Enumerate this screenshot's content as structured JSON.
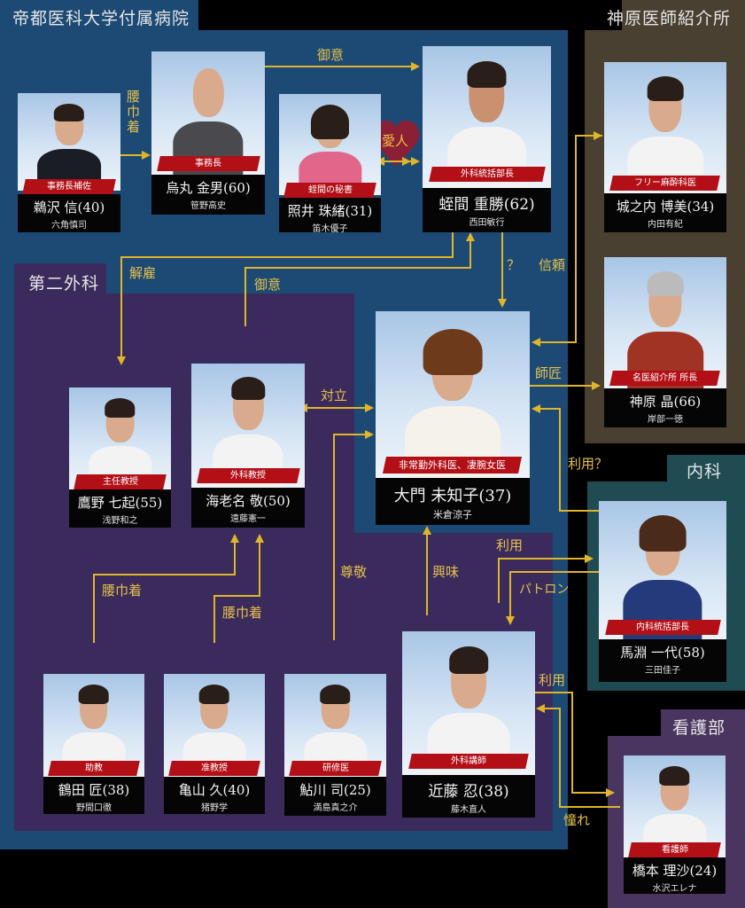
{
  "regions": {
    "hospital": {
      "title": "帝都医科大学付属病院",
      "color": "#1d4a75"
    },
    "surgery2": {
      "title": "第二外科",
      "color": "#3b2b5c"
    },
    "kanbara_agency": {
      "title": "神原医師紹介所",
      "color": "#4a4032"
    },
    "internal_medicine": {
      "title": "内科",
      "color": "#1f4b52"
    },
    "nursing": {
      "title": "看護部",
      "color": "#4a3560"
    }
  },
  "people": {
    "uzawa": {
      "role": "事務長補佐",
      "name": "鵜沢 信(40)",
      "actor": "六角慎司"
    },
    "karasuma": {
      "role": "事務長",
      "name": "烏丸 金男(60)",
      "actor": "笹野高史"
    },
    "terui": {
      "role": "蛭間の秘書",
      "name": "照井 珠緒(31)",
      "actor": "笛木優子"
    },
    "hiruma": {
      "role": "外科統括部長",
      "name": "蛭間 重勝(62)",
      "actor": "西田敏行"
    },
    "jonouchi": {
      "role": "フリー麻酔科医",
      "name": "城之内 博美(34)",
      "actor": "内田有紀"
    },
    "kanbara": {
      "role": "名医紹介所 所長",
      "name": "神原 晶(66)",
      "actor": "岸部一徳"
    },
    "takano": {
      "role": "主任教授",
      "name": "鷹野 七起(55)",
      "actor": "浅野和之"
    },
    "ebina": {
      "role": "外科教授",
      "name": "海老名 敬(50)",
      "actor": "遠藤憲一"
    },
    "daimon": {
      "role": "非常勤外科医、凄腕女医",
      "name": "大門 未知子(37)",
      "actor": "米倉涼子"
    },
    "mabuchi": {
      "role": "内科統括部長",
      "name": "馬淵 一代(58)",
      "actor": "三田佳子"
    },
    "tsuruta": {
      "role": "助教",
      "name": "鶴田 匠(38)",
      "actor": "野間口徹"
    },
    "kameyama": {
      "role": "准教授",
      "name": "亀山 久(40)",
      "actor": "猪野学"
    },
    "ayukawa": {
      "role": "研修医",
      "name": "鮎川 司(25)",
      "actor": "満島真之介"
    },
    "kondo": {
      "role": "外科講師",
      "name": "近藤 忍(38)",
      "actor": "藤木直人"
    },
    "hashimoto": {
      "role": "看護師",
      "name": "橋本 理沙(24)",
      "actor": "水沢エレナ"
    }
  },
  "relations": {
    "uzawa_karasuma": "腰巾着",
    "karasuma_hiruma": "御意",
    "terui_hiruma": "愛人",
    "hiruma_takano": "解雇",
    "ebina_hiruma": "御意",
    "hiruma_daimon": "？",
    "jonouchi_daimon": "信頼",
    "daimon_kanbara": "師匠",
    "ebina_daimon": "対立",
    "mabuchi_daimon": "利用？",
    "tsuruta_ebina": "腰巾着",
    "kameyama_ebina": "腰巾着",
    "ayukawa_daimon": "尊敬",
    "kondo_daimon": "興味",
    "kondo_mabuchi": "利用",
    "mabuchi_kondo": "パトロン",
    "kondo_hashimoto": "利用",
    "hashimoto_kondo": "憧れ"
  },
  "colors": {
    "connector": "#e0b52a",
    "role_badge": "#b30f17",
    "nameplate": "#050505",
    "heart": "#8a1f35"
  }
}
